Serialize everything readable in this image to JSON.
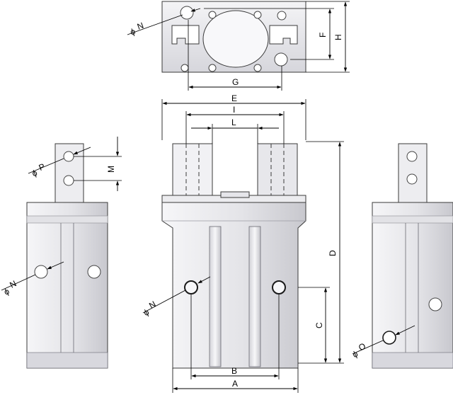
{
  "labels": {
    "N": "N",
    "P": "P",
    "O": "O",
    "A": "A",
    "B": "B",
    "C": "C",
    "D": "D",
    "E": "E",
    "F": "F",
    "G": "G",
    "H": "H",
    "I": "I",
    "L": "L",
    "M": "M"
  },
  "diameter_symbol": "ϕ",
  "colors": {
    "metal_light": "#f4f4f6",
    "metal_mid": "#d9d9de",
    "metal_dark": "#b9b9c0",
    "edge": "#3a3a3a",
    "dimension_line": "#000000"
  }
}
